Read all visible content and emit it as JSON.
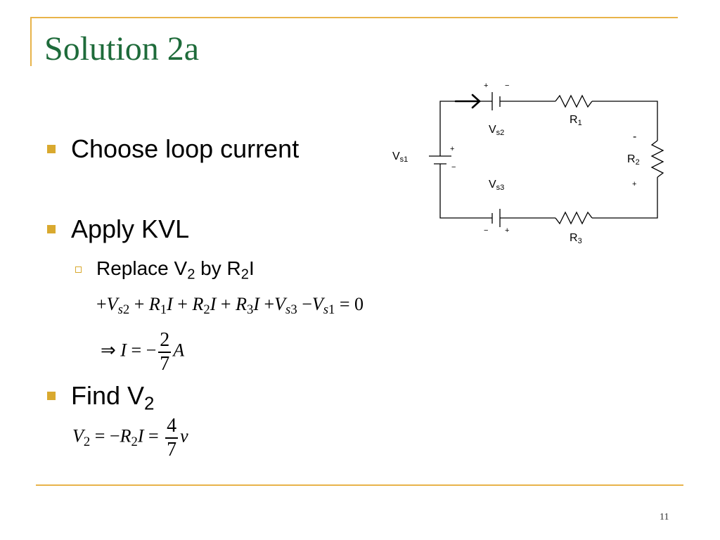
{
  "slide": {
    "title": "Solution 2a",
    "page_number": "11"
  },
  "bullets": [
    {
      "text": "Choose loop current"
    },
    {
      "text": "Apply KVL"
    },
    {
      "text": "Find V",
      "sub": "2"
    }
  ],
  "subbullet": {
    "part1": "Replace V",
    "sub1": "2",
    "part2": " by R",
    "sub2": "2",
    "part3": "I"
  },
  "equations": {
    "kvl": {
      "t1": "+",
      "v": "V",
      "s2": "s",
      "n2": "2",
      "t2": " + ",
      "r1": "R",
      "r1s": "1",
      "i1": "I",
      "t3": " + ",
      "r2": "R",
      "r2s": "2",
      "i2": "I",
      "t4": " + ",
      "r3": "R",
      "r3s": "3",
      "i3": "I",
      "t5": " +",
      "vs3": "V",
      "vs3s": "s",
      "vs3n": "3",
      "t6": " −",
      "vs1": "V",
      "vs1s": "s",
      "vs1n": "1",
      "t7": " = 0"
    },
    "current": {
      "arrow": "⇒",
      "var": "I",
      "eq": " = −",
      "num": "2",
      "den": "7",
      "unit": "A"
    },
    "v2": {
      "var": "V",
      "varsub": "2",
      "eq1": " = −",
      "r": "R",
      "rsub": "2",
      "i": "I",
      "eq2": " = ",
      "num": "4",
      "den": "7",
      "unit": "v"
    }
  },
  "circuit": {
    "vs1": {
      "base": "V",
      "sub": "s1",
      "plus": "+",
      "minus": "−"
    },
    "vs2": {
      "base": "V",
      "sub": "s2",
      "plus": "+",
      "minus": "−"
    },
    "vs3": {
      "base": "V",
      "sub": "s3",
      "plus": "+",
      "minus": "−"
    },
    "r1": {
      "base": "R",
      "sub": "1"
    },
    "r2": {
      "base": "R",
      "sub": "2",
      "top_sign": "-",
      "bottom_sign": "+"
    },
    "r3": {
      "base": "R",
      "sub": "3"
    }
  },
  "colors": {
    "title": "#1e6b3a",
    "accent": "#e8b34a",
    "bullet": "#d9a92f"
  }
}
